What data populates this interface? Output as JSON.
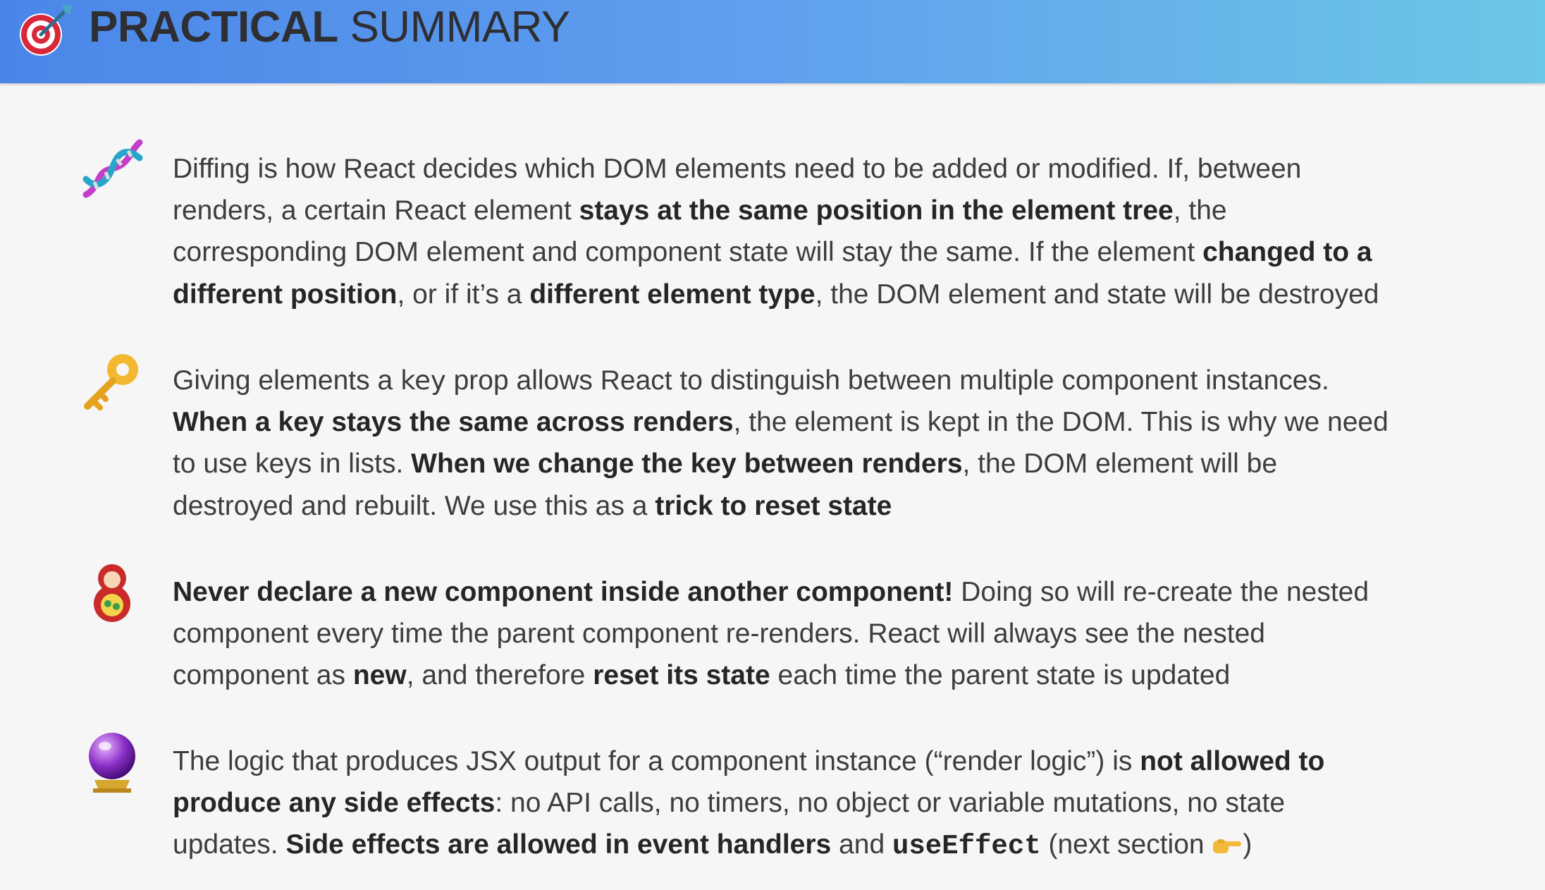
{
  "header": {
    "icon": "target-dart-icon",
    "title_bold": "PRACTICAL",
    "title_rest": "SUMMARY"
  },
  "items": [
    {
      "icon": "dna-icon",
      "lines": [
        [
          {
            "t": "Diffing is how React decides which DOM elements need to be added or modified. If, between"
          }
        ],
        [
          {
            "t": "renders, a certain React element "
          },
          {
            "t": "stays at the same position in the element tree",
            "b": true
          },
          {
            "t": ", the"
          }
        ],
        [
          {
            "t": "corresponding DOM element and component state will stay the same. If the element "
          },
          {
            "t": "changed to a",
            "b": true
          }
        ],
        [
          {
            "t": "different position",
            "b": true
          },
          {
            "t": ", or if it’s a "
          },
          {
            "t": "different element type",
            "b": true
          },
          {
            "t": ", the DOM element and state will be destroyed"
          }
        ]
      ]
    },
    {
      "icon": "key-icon",
      "lines": [
        [
          {
            "t": "Giving elements a "
          },
          {
            "t": "key",
            "code": true
          },
          {
            "t": " prop allows React to distinguish between multiple component instances."
          }
        ],
        [
          {
            "t": "When a key stays the same across renders",
            "b": true
          },
          {
            "t": ", the element is kept in the DOM. This is why we need"
          }
        ],
        [
          {
            "t": "to use keys in lists. "
          },
          {
            "t": "When we change the key between renders",
            "b": true
          },
          {
            "t": ", the DOM element will be"
          }
        ],
        [
          {
            "t": "destroyed and rebuilt. We use this as a "
          },
          {
            "t": "trick to reset state",
            "b": true
          }
        ]
      ]
    },
    {
      "icon": "nesting-dolls-icon",
      "lines": [
        [
          {
            "t": "Never declare a new component inside another component!",
            "b": true
          },
          {
            "t": " Doing so will re-create the nested"
          }
        ],
        [
          {
            "t": "component every time the parent component re-renders. React will always see the nested"
          }
        ],
        [
          {
            "t": "component as "
          },
          {
            "t": "new",
            "b": true
          },
          {
            "t": ", and therefore "
          },
          {
            "t": "reset its state",
            "b": true
          },
          {
            "t": " each time the parent state is updated"
          }
        ]
      ]
    },
    {
      "icon": "crystal-ball-icon",
      "lines": [
        [
          {
            "t": "The logic that produces JSX output for a component instance (“render logic”) is "
          },
          {
            "t": "not allowed to",
            "b": true
          }
        ],
        [
          {
            "t": "produce any side effects",
            "b": true
          },
          {
            "t": ": no API calls, no timers, no object or variable mutations, no state"
          }
        ],
        [
          {
            "t": "updates. "
          },
          {
            "t": "Side effects are allowed in event handlers",
            "b": true
          },
          {
            "t": " and "
          },
          {
            "t": "useEffect",
            "mono": true
          },
          {
            "t": " (next section "
          },
          {
            "icon": "pointing-right-hand-icon"
          },
          {
            "t": ")"
          }
        ]
      ]
    }
  ]
}
